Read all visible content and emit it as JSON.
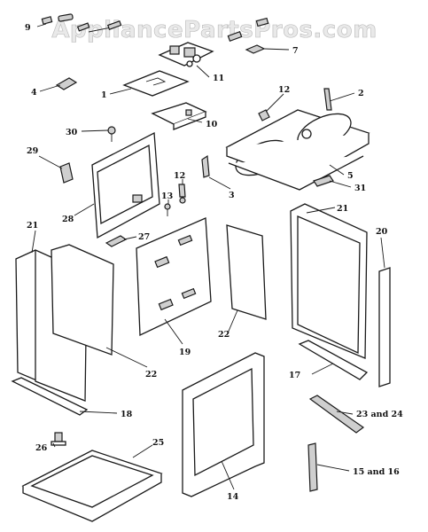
{
  "watermark": "AppliancePartsPros.com",
  "parts": [
    {
      "id": "p1",
      "label": "1"
    },
    {
      "id": "p2",
      "label": "2"
    },
    {
      "id": "p3",
      "label": "3"
    },
    {
      "id": "p4",
      "label": "4"
    },
    {
      "id": "p5",
      "label": "5"
    },
    {
      "id": "p7",
      "label": "7"
    },
    {
      "id": "p9",
      "label": "9"
    },
    {
      "id": "p10",
      "label": "10"
    },
    {
      "id": "p11",
      "label": "11"
    },
    {
      "id": "p12a",
      "label": "12"
    },
    {
      "id": "p12b",
      "label": "12"
    },
    {
      "id": "p13",
      "label": "13"
    },
    {
      "id": "p14",
      "label": "14"
    },
    {
      "id": "p1516",
      "label": "15 and 16"
    },
    {
      "id": "p17",
      "label": "17"
    },
    {
      "id": "p18",
      "label": "18"
    },
    {
      "id": "p19",
      "label": "19"
    },
    {
      "id": "p20",
      "label": "20"
    },
    {
      "id": "p21a",
      "label": "21"
    },
    {
      "id": "p21b",
      "label": "21"
    },
    {
      "id": "p22a",
      "label": "22"
    },
    {
      "id": "p22b",
      "label": "22"
    },
    {
      "id": "p2324",
      "label": "23 and 24"
    },
    {
      "id": "p25",
      "label": "25"
    },
    {
      "id": "p26",
      "label": "26"
    },
    {
      "id": "p27",
      "label": "27"
    },
    {
      "id": "p28",
      "label": "28"
    },
    {
      "id": "p29",
      "label": "29"
    },
    {
      "id": "p30",
      "label": "30"
    },
    {
      "id": "p31",
      "label": "31"
    }
  ]
}
